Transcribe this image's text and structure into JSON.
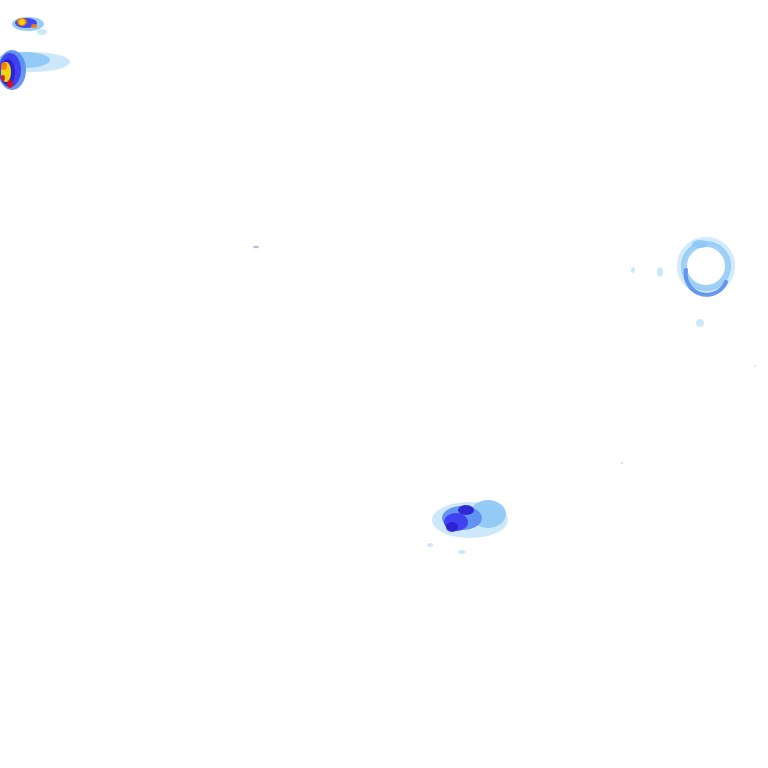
{
  "map": {
    "kind": "weather-radar-reflectivity",
    "background_color": "#ffffff",
    "legend_colors": {
      "very_light": "#c9e6fb",
      "light": "#8fc8f5",
      "moderate": "#5b8df0",
      "strong": "#3b3bef",
      "heavy": "#2a1fd0",
      "intense": "#ffe400",
      "extreme": "#ff7a00",
      "severe": "#e01010"
    },
    "echoes": [
      {
        "name": "echo-top-left-upper",
        "intensity": "intense"
      },
      {
        "name": "echo-top-left-lower",
        "intensity": "severe"
      },
      {
        "name": "echo-right-ring",
        "intensity": "moderate"
      },
      {
        "name": "echo-center-south",
        "intensity": "heavy"
      },
      {
        "name": "echo-speck-west",
        "intensity": "light"
      },
      {
        "name": "echo-speck-east",
        "intensity": "very_light"
      }
    ]
  }
}
